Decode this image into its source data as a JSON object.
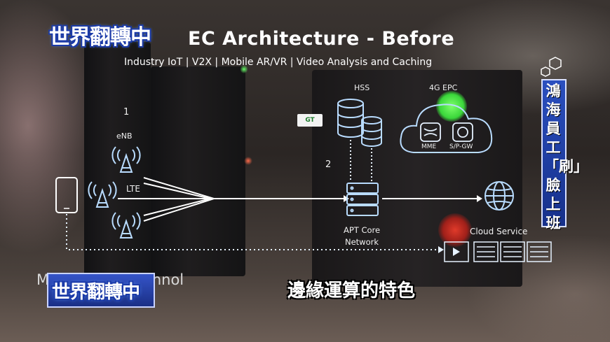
{
  "slide": {
    "title": "EC Architecture - Before",
    "subtitle": "Industry IoT  |  V2X  |  Mobile AR/VR  |  Video Analysis and Caching",
    "step_one": "1",
    "step_two": "2",
    "enb_label": "eNB",
    "lte_label": "LTE",
    "hss_label": "HSS",
    "epc_label": "4G EPC",
    "mme_label": "MME",
    "spgw_label": "S/P-GW",
    "core_label_line1": "APT Core",
    "core_label_line2": "Network",
    "cloud_label": "Cloud Service",
    "badge_label": "GT"
  },
  "broadcast": {
    "logo_top": "世界翻轉中",
    "logo_bottom": "世界翻轉中",
    "side_headline": "鴻海員工「刷」臉上班",
    "caption_en": "M         omputing technol",
    "caption_zh": "邊緣運算的特色"
  },
  "colors": {
    "diagram_line": "#cfe6ff",
    "icon_stroke": "#b9dcff",
    "logo_blue": "#1b3aa8",
    "accent_green": "#4ef04a"
  }
}
